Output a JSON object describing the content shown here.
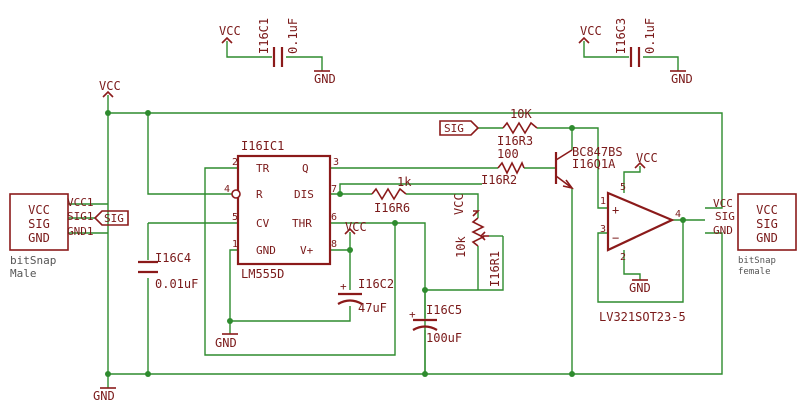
{
  "power": {
    "vcc": "VCC",
    "gnd": "GND"
  },
  "c1": {
    "ref": "I16C1",
    "value": "0.1uF"
  },
  "c3": {
    "ref": "I16C3",
    "value": "0.1uF"
  },
  "c2": {
    "ref": "I16C2",
    "value": "47uF"
  },
  "c4": {
    "ref": "I16C4",
    "value": "0.01uF"
  },
  "c5": {
    "ref": "I16C5",
    "value": "100uF"
  },
  "r1": {
    "ref": "I16R1",
    "value": "10k"
  },
  "r2": {
    "ref": "I16R2",
    "value": "100"
  },
  "r3": {
    "ref": "I16R3",
    "value": "10K"
  },
  "r6": {
    "ref": "I16R6",
    "value": "1k"
  },
  "ic1": {
    "ref": "I16IC1",
    "part": "LM555D",
    "pins": {
      "tr": "TR",
      "q": "Q",
      "r": "R",
      "dis": "DIS",
      "cv": "CV",
      "thr": "THR",
      "gnd": "GND",
      "vplus": "V+"
    },
    "pin_numbers": {
      "tr": "2",
      "q": "3",
      "r": "4",
      "dis": "7",
      "cv": "5",
      "thr": "6",
      "gnd": "1",
      "vplus": "8"
    }
  },
  "q1": {
    "ref": "I16Q1A",
    "part": "BC847BS"
  },
  "opamp": {
    "part": "LV321SOT23-5",
    "plus": "+",
    "minus": "−",
    "pin_numbers": {
      "vcc": "5",
      "in_plus": "1",
      "in_minus": "3",
      "gnd": "2",
      "out": "4"
    }
  },
  "sig_label": "SIG",
  "connector_male": {
    "box_lines": [
      "VCC",
      "SIG",
      "GND"
    ],
    "pins": [
      "VCC1",
      "SIG1",
      "GND1"
    ],
    "name": "bitSnap",
    "gender": "Male"
  },
  "connector_female": {
    "box_lines": [
      "VCC",
      "SIG",
      "GND"
    ],
    "pins": [
      "VCC",
      "SIG",
      "GND"
    ],
    "name": "bitSnap",
    "gender": "female"
  }
}
